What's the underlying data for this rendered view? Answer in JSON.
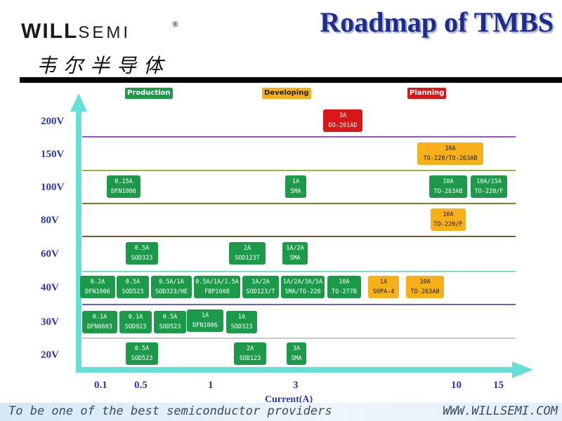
{
  "header": {
    "logo_text": "WILL",
    "logo_semi": "SEMI",
    "logo_reg": "®",
    "logo_cn": "韦尔半导体",
    "title": "Roadmap of TMBS"
  },
  "legend": {
    "production": "Production",
    "developing": "Developing",
    "planning": "Planning"
  },
  "colors": {
    "production": "#1c9a4a",
    "developing": "#f5b01a",
    "planning": "#d81818",
    "axis": "#66e0d6",
    "title": "#1c2d8f"
  },
  "y_axis": {
    "labels": [
      "200V",
      "150V",
      "100V",
      "80V",
      "60V",
      "40V",
      "30V",
      "20V"
    ]
  },
  "x_axis": {
    "ticks": [
      "0.1",
      "0.5",
      "1",
      "3",
      "10",
      "15"
    ],
    "label": "Current(A)"
  },
  "products": [
    {
      "status": "planning",
      "voltage": "200V",
      "line1": "3A",
      "line2": "DO-201AD"
    },
    {
      "status": "developing",
      "voltage": "150V",
      "line1": "10A",
      "line2": "TO-220/TO-263AB"
    },
    {
      "status": "production",
      "voltage": "100V",
      "line1": "0.15A",
      "line2": "DFN1006"
    },
    {
      "status": "production",
      "voltage": "100V",
      "line1": "1A",
      "line2": "SMA"
    },
    {
      "status": "production",
      "voltage": "100V",
      "line1": "10A",
      "line2": "TO-263AB"
    },
    {
      "status": "production",
      "voltage": "100V",
      "line1": "10A/15A",
      "line2": "TO-220/F"
    },
    {
      "status": "developing",
      "voltage": "80V",
      "line1": "10A",
      "line2": "TO-220/F"
    },
    {
      "status": "production",
      "voltage": "60V",
      "line1": "0.5A",
      "line2": "SOD323"
    },
    {
      "status": "production",
      "voltage": "60V",
      "line1": "2A",
      "line2": "SOD123T"
    },
    {
      "status": "production",
      "voltage": "60V",
      "line1": "1A/2A",
      "line2": "SMA"
    },
    {
      "status": "production",
      "voltage": "40V",
      "line1": "0.2A",
      "line2": "DFN1006"
    },
    {
      "status": "production",
      "voltage": "40V",
      "line1": "0.5A",
      "line2": "SOD523"
    },
    {
      "status": "production",
      "voltage": "40V",
      "line1": "0.5A/1A",
      "line2": "SOD323/HE"
    },
    {
      "status": "production",
      "voltage": "40V",
      "line1": "0.5A/1A/1.5A",
      "line2": "FBP1608"
    },
    {
      "status": "production",
      "voltage": "40V",
      "line1": "1A/2A",
      "line2": "SOD123/T"
    },
    {
      "status": "production",
      "voltage": "40V",
      "line1": "1A/2A/3A/5A",
      "line2": "SMA/TO-220"
    },
    {
      "status": "production",
      "voltage": "40V",
      "line1": "10A",
      "line2": "TO-277B"
    },
    {
      "status": "developing",
      "voltage": "40V",
      "line1": "1A",
      "line2": "SOPA-4"
    },
    {
      "status": "developing",
      "voltage": "40V",
      "line1": "10A",
      "line2": "TO-263AB"
    },
    {
      "status": "production",
      "voltage": "30V",
      "line1": "0.1A",
      "line2": "DFN0603"
    },
    {
      "status": "production",
      "voltage": "30V",
      "line1": "0.1A",
      "line2": "SOD923"
    },
    {
      "status": "production",
      "voltage": "30V",
      "line1": "0.5A",
      "line2": "SOD523"
    },
    {
      "status": "production",
      "voltage": "30V",
      "line1": "1A",
      "line2": "DFN1006"
    },
    {
      "status": "production",
      "voltage": "30V",
      "line1": "1A",
      "line2": "SOD323"
    },
    {
      "status": "production",
      "voltage": "20V",
      "line1": "0.5A",
      "line2": "SOD523"
    },
    {
      "status": "production",
      "voltage": "20V",
      "line1": "2A",
      "line2": "SOD123"
    },
    {
      "status": "production",
      "voltage": "20V",
      "line1": "3A",
      "line2": "SMA"
    }
  ],
  "footer": {
    "slogan": "To be one of the best semiconductor providers",
    "url": "WWW.WILLSEMI.COM"
  }
}
